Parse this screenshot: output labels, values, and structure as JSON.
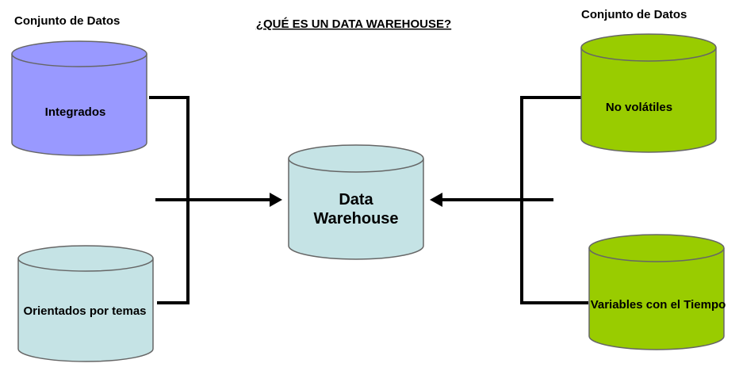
{
  "title": "¿QUÉ ES UN DATA WAREHOUSE?",
  "header_left": "Conjunto de Datos",
  "header_right": "Conjunto de Datos",
  "center": {
    "line1": "Data",
    "line2": "Warehouse",
    "color": "#C5E3E5"
  },
  "left_cylinders": [
    {
      "label": "Integrados",
      "color": "#9999FF"
    },
    {
      "label": "Orientados por temas",
      "color": "#C5E3E5"
    }
  ],
  "right_cylinders": [
    {
      "label": "No volátiles",
      "color": "#99CC00"
    },
    {
      "label": "Variables con el Tiempo",
      "color": "#99CC00"
    }
  ]
}
